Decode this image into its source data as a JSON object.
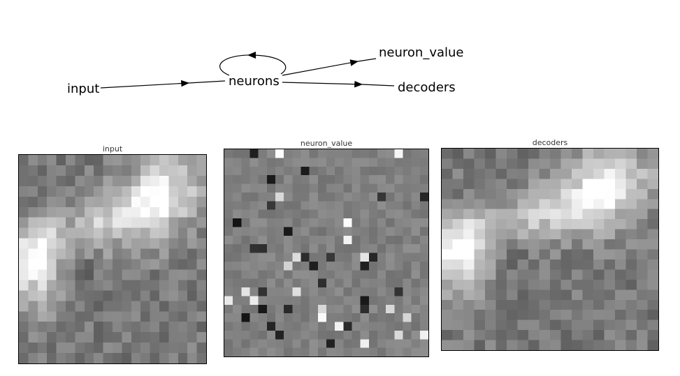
{
  "diagram": {
    "nodes": {
      "input": "input",
      "neurons": "neurons",
      "neuron_value": "neuron_value",
      "decoders": "decoders"
    }
  },
  "panels": {
    "input": {
      "title": "input",
      "grid": 20
    },
    "neuron_value": {
      "title": "neuron_value",
      "grid": 24
    },
    "decoders": {
      "title": "decoders",
      "grid": 20
    }
  },
  "colors": {
    "edge": "#000000",
    "neutral_gray": "#808080"
  }
}
